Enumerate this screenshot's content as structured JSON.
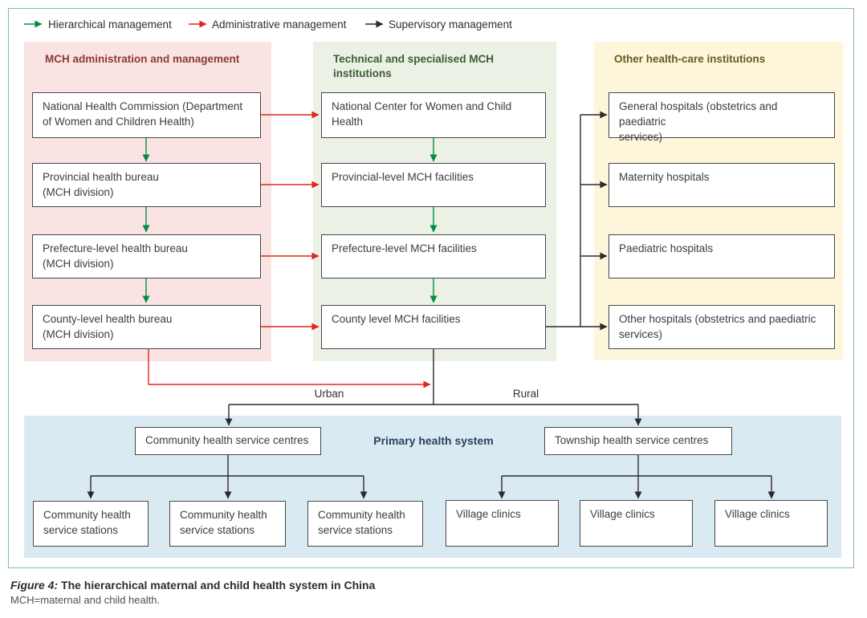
{
  "legend": {
    "items": [
      {
        "label": "Hierarchical management",
        "color": "#008c44"
      },
      {
        "label": "Administrative management",
        "color": "#e0261c"
      },
      {
        "label": "Supervisory management",
        "color": "#2b2b2b"
      }
    ]
  },
  "columns": {
    "admin": {
      "header": "MCH administration and management",
      "accent": "#8a3a36",
      "bg": "#f9e4e3",
      "boxes": [
        "National Health Commission (Department\nof Women and Children Health)",
        "Provincial health bureau\n(MCH division)",
        "Prefecture-level health bureau\n(MCH division)",
        "County-level health bureau\n(MCH division)"
      ]
    },
    "technical": {
      "header": "Technical and specialised MCH\ninstitutions",
      "accent": "#3d5c33",
      "bg": "#ebf1e5",
      "boxes": [
        "National Center for Women and Child\nHealth",
        "Provincial-level MCH facilities",
        "Prefecture-level MCH facilities",
        "County level MCH facilities"
      ]
    },
    "other": {
      "header": "Other health-care institutions",
      "accent": "#6a5a20",
      "bg": "#fdf6da",
      "boxes": [
        "General hospitals (obstetrics and paediatric\nservices)",
        "Maternity hospitals",
        "Paediatric hospitals",
        "Other hospitals (obstetrics and paediatric\nservices)"
      ]
    }
  },
  "junction": {
    "urban": "Urban",
    "rural": "Rural"
  },
  "primary": {
    "title": "Primary health system",
    "accent": "#27425c",
    "bg": "#daeaf3",
    "urban_centre": "Community health service centres",
    "urban_stations": [
      "Community health\nservice stations",
      "Community health\nservice stations",
      "Community health\nservice stations"
    ],
    "rural_centre": "Township health service centres",
    "rural_clinics": [
      "Village clinics",
      "Village clinics",
      "Village clinics"
    ]
  },
  "caption": {
    "label": "Figure 4:",
    "title": " The hierarchical maternal and child health system in China",
    "footnote": "MCH=maternal and child health."
  }
}
